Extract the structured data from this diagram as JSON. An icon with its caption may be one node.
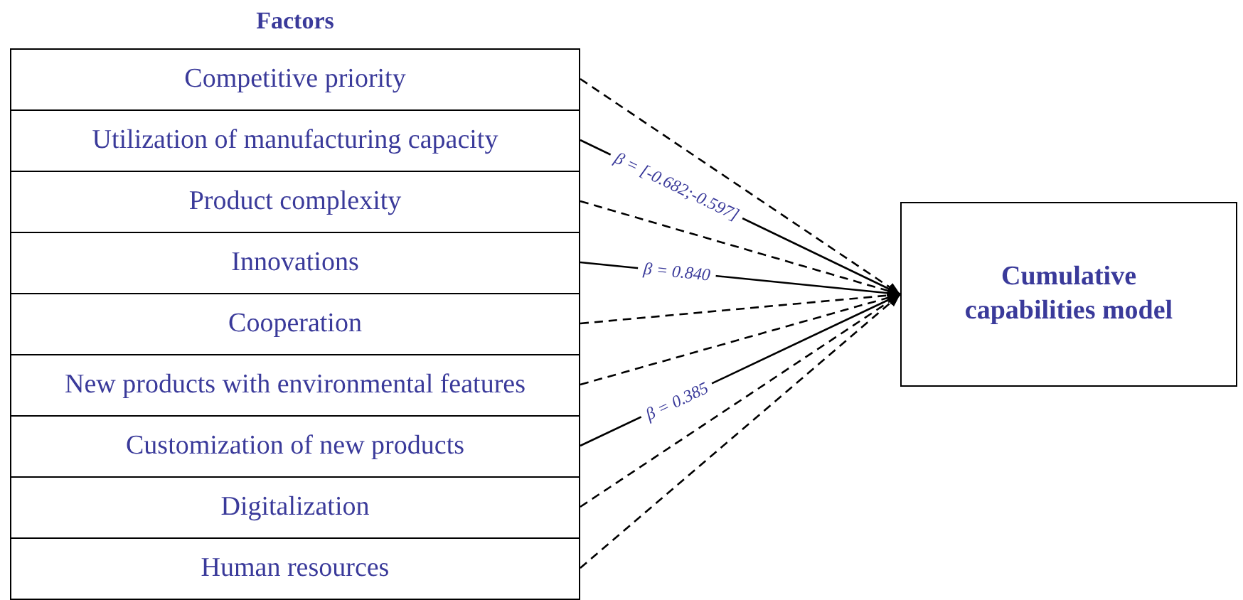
{
  "diagram": {
    "nodes": [
      {
        "text": [
          "Factors"
        ]
      },
      {
        "text": [
          "Competitive priority"
        ],
        "in": 0
      },
      {
        "text": [
          "Utilization of manufacturing capacity"
        ],
        "in": 0
      },
      {
        "text": [
          "Product complexity"
        ],
        "in": 0
      },
      {
        "text": [
          "Innovations"
        ],
        "in": 0
      },
      {
        "text": [
          "Cooperation"
        ],
        "in": 0
      },
      {
        "text": [
          "New products with environmental features"
        ],
        "in": 0
      },
      {
        "text": [
          "Customization of new products"
        ],
        "in": 0
      },
      {
        "text": [
          "Digitalization"
        ],
        "in": 0
      },
      {
        "text": [
          "Human resources"
        ],
        "in": 0
      },
      {
        "text": [
          "Cumulative capabilities model"
        ]
      }
    ],
    "edges": [
      {
        "from": 1,
        "to": 10,
        "arrow": "to",
        "style": "dashed"
      },
      {
        "from": 2,
        "to": 10,
        "arrow": "to",
        "label": "β = [-0.682;-0.597]"
      },
      {
        "from": 3,
        "to": 10,
        "arrow": "to",
        "style": "dashed"
      },
      {
        "from": 4,
        "to": 10,
        "arrow": "to",
        "label": "β = 0.840"
      },
      {
        "from": 5,
        "to": 10,
        "arrow": "to",
        "style": "dashed"
      },
      {
        "from": 6,
        "to": 10,
        "arrow": "to",
        "style": "dashed"
      },
      {
        "from": 7,
        "to": 10,
        "arrow": "to",
        "label": "β = 0.385"
      },
      {
        "from": 8,
        "to": 10,
        "arrow": "to",
        "style": "dashed"
      },
      {
        "from": 9,
        "to": 10,
        "arrow": "to",
        "style": "dashed"
      }
    ]
  }
}
